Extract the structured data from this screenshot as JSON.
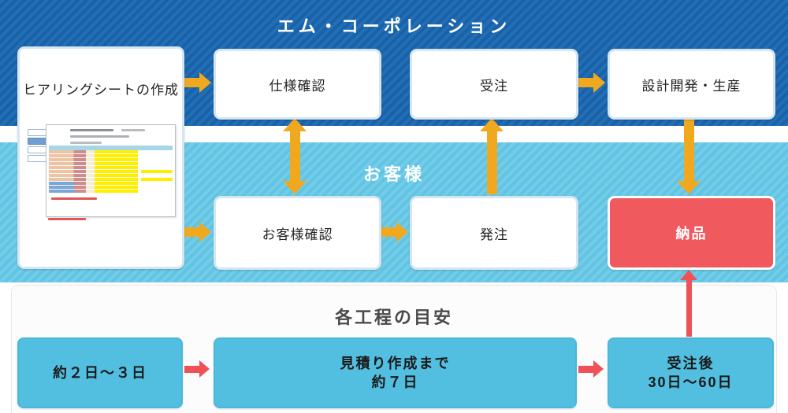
{
  "diagram": {
    "lanes": {
      "company": "エム・コーポレーション",
      "customer": "お客様",
      "timeline": "各工程の目安"
    },
    "nodes": {
      "hearing_sheet": "ヒアリングシートの作成",
      "spec_check": "仕様確認",
      "order_received": "受注",
      "design_production": "設計開発・生産",
      "customer_check": "お客様確認",
      "order_placed": "発注",
      "delivery": "納品"
    },
    "durations": {
      "hearing": "約２日～３日",
      "estimate_line1": "見積り作成まで",
      "estimate_line2": "約７日",
      "delivery_line1": "受注後",
      "delivery_line2": "30日～60日"
    },
    "colors": {
      "lane_company": "#1e6cb2",
      "lane_customer": "#62c4e3",
      "arrow_yellow": "#f0a81f",
      "arrow_red": "#ef5156",
      "delivery_box": "#f05a5e",
      "duration_box": "#53bfe0"
    }
  }
}
